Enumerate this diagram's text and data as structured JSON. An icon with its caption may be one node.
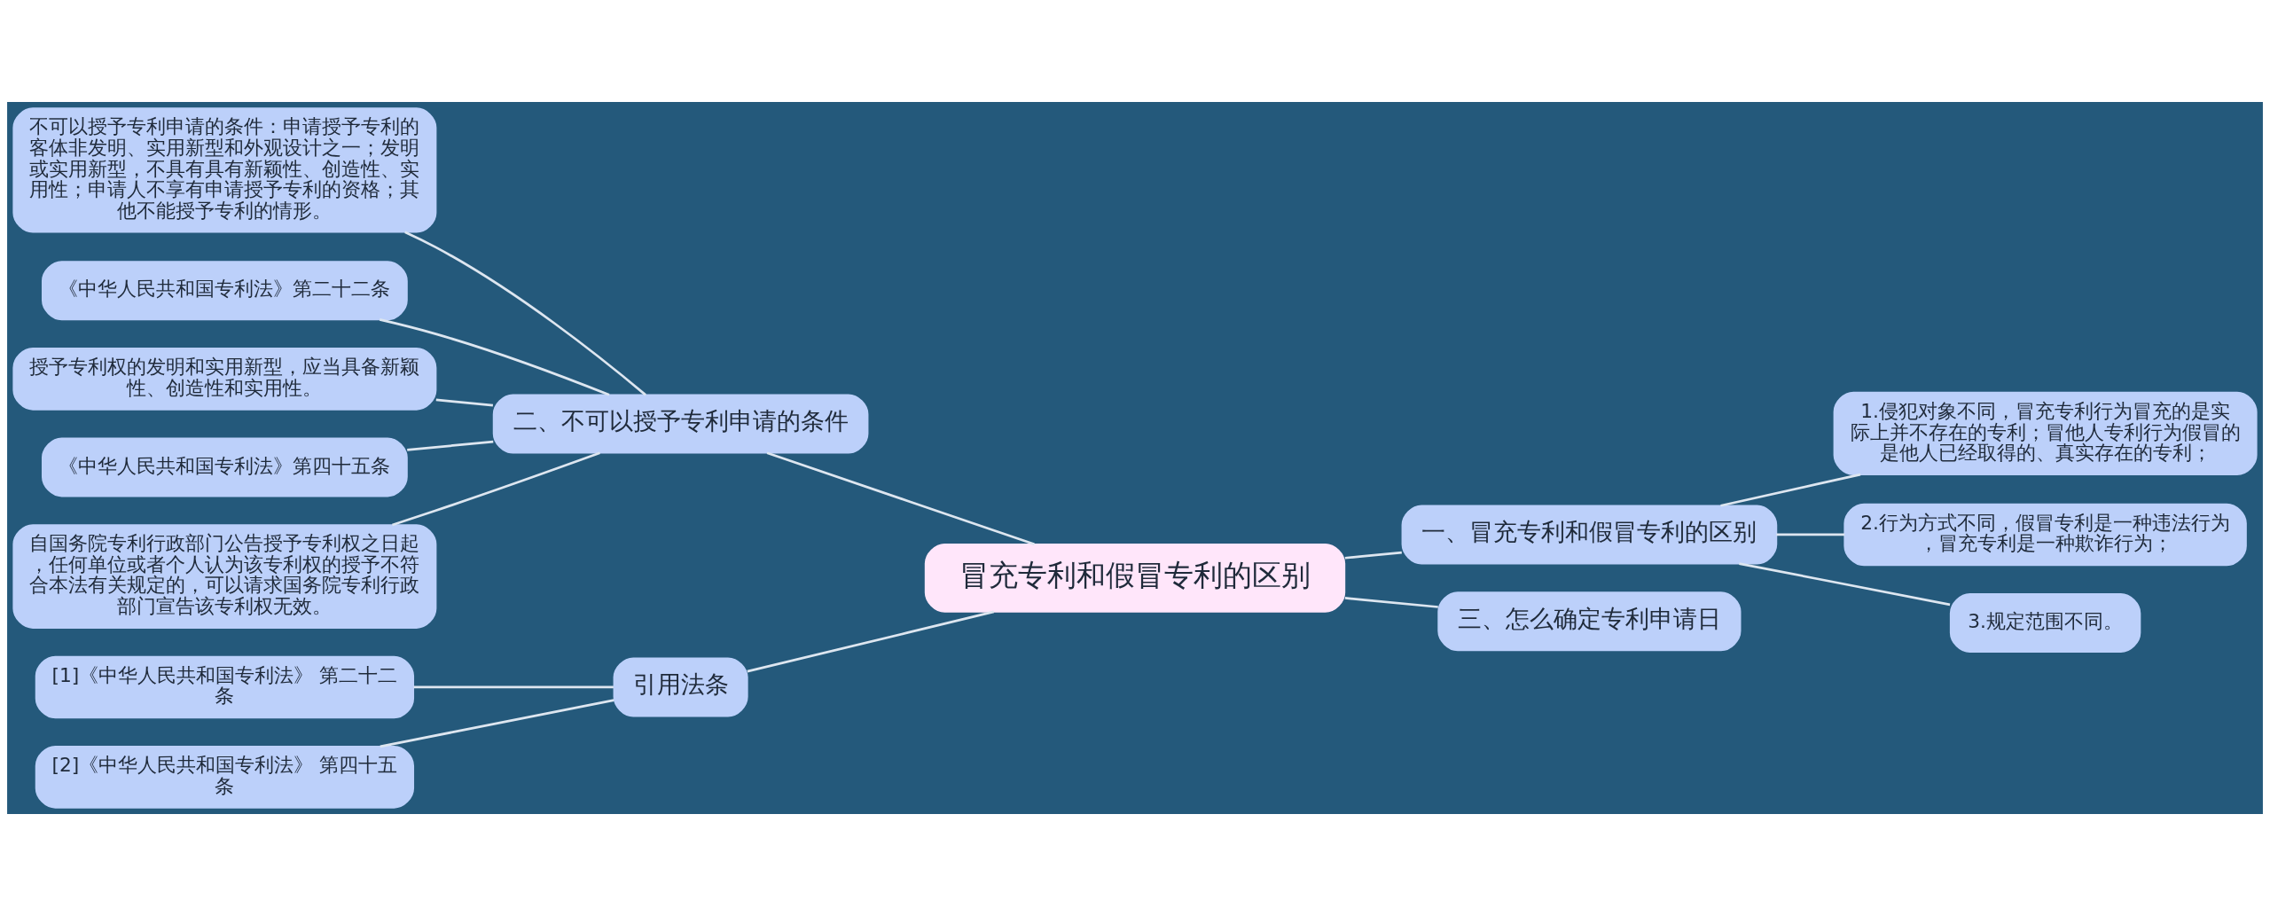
{
  "diagram": {
    "nodes": [
      {
        "text": [
          "冒充专利和假冒专利的区别"
        ]
      },
      {
        "text": [
          "一、冒充专利和假冒专利的区别"
        ]
      },
      {
        "text": [
          "1.侵犯对象不同，冒充专利行为冒充的是实际上并不存在的专利；冒他人专利行为假冒的是他人已经取得的、真实存在的专利；"
        ]
      },
      {
        "text": [
          "2.行为方式不同，假冒专利是一种违法行为，冒充专利是一种欺诈行为；"
        ]
      },
      {
        "text": [
          "3.规定范围不同。"
        ]
      },
      {
        "text": [
          "三、怎么确定专利申请日"
        ]
      },
      {
        "text": [
          "二、不可以授予专利申请的条件"
        ]
      },
      {
        "text": [
          "不可以授予专利申请的条件：申请授予专利的客体非发明、实用新型和外观设计之一；发明或实用新型，不具有具有新颖性、创造性、实用性；申请人不享有申请授予专利的资格；其他不能授予专利的情形。"
        ]
      },
      {
        "text": [
          "《中华人民共和国专利法》第二十二条"
        ]
      },
      {
        "text": [
          "授予专利权的发明和实用新型，应当具备新颖性、创造性和实用性。"
        ]
      },
      {
        "text": [
          "《中华人民共和国专利法》第四十五条"
        ]
      },
      {
        "text": [
          "自国务院专利行政部门公告授予专利权之日起，任何单位或者个人认为该专利权的授予不符合本法有关规定的，可以请求国务院专利行政部门宣告该专利权无效。"
        ]
      },
      {
        "text": [
          "引用法条"
        ]
      },
      {
        "text": [
          "[1]《中华人民共和国专利法》 第二十二条"
        ]
      },
      {
        "text": [
          "[2]《中华人民共和国专利法》 第四十五条"
        ]
      }
    ],
    "edges": [
      {
        "from": 0,
        "to": 1,
        "arrow": "none"
      },
      {
        "from": 1,
        "to": 2,
        "arrow": "none"
      },
      {
        "from": 1,
        "to": 3,
        "arrow": "none"
      },
      {
        "from": 1,
        "to": 4,
        "arrow": "none"
      },
      {
        "from": 0,
        "to": 5,
        "arrow": "none"
      },
      {
        "from": 0,
        "to": 6,
        "arrow": "none"
      },
      {
        "from": 6,
        "to": 7,
        "arrow": "none"
      },
      {
        "from": 6,
        "to": 8,
        "arrow": "none"
      },
      {
        "from": 6,
        "to": 9,
        "arrow": "none"
      },
      {
        "from": 6,
        "to": 10,
        "arrow": "none"
      },
      {
        "from": 6,
        "to": 11,
        "arrow": "none"
      },
      {
        "from": 0,
        "to": 12,
        "arrow": "none"
      },
      {
        "from": 12,
        "to": 13,
        "arrow": "none"
      },
      {
        "from": 12,
        "to": 14,
        "arrow": "none"
      }
    ]
  }
}
